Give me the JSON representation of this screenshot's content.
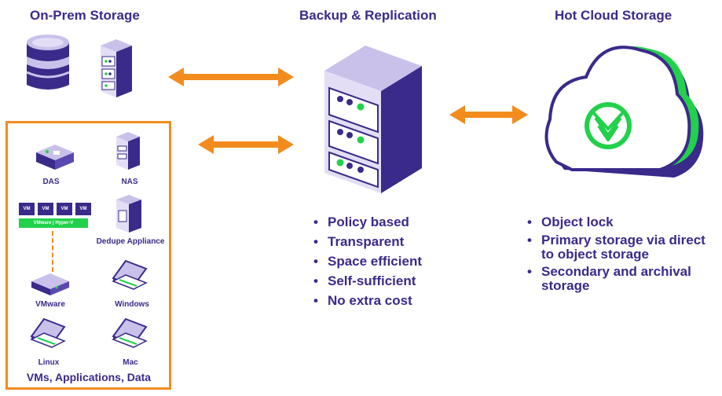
{
  "headings": {
    "on_prem": "On-Prem Storage",
    "backup": "Backup & Replication",
    "cloud": "Hot Cloud Storage"
  },
  "sources": {
    "das": "DAS",
    "nas": "NAS",
    "vm_chip": "VM",
    "hypervisor": "VMware | Hyper-V",
    "dedupe": "Dedupe Appliance",
    "vmware": "VMware",
    "windows": "Windows",
    "linux": "Linux",
    "mac": "Mac",
    "caption": "VMs, Applications, Data"
  },
  "backup_features": [
    "Policy based",
    "Transparent",
    "Space efficient",
    "Self-sufficient",
    "No extra cost"
  ],
  "cloud_features": [
    "Object lock",
    "Primary storage via direct to object storage",
    "Secondary and archival storage"
  ],
  "colors": {
    "accent_orange": "#f28c1e",
    "brand_purple": "#3a2a8a",
    "lavender": "#c9c1ea",
    "green": "#22d14a"
  },
  "icons": [
    "database-icon",
    "server-rack-icon",
    "backup-server-icon",
    "cloud-icon",
    "das-icon",
    "nas-icon",
    "dedupe-appliance-icon",
    "vmware-box-icon",
    "laptop-icon"
  ]
}
